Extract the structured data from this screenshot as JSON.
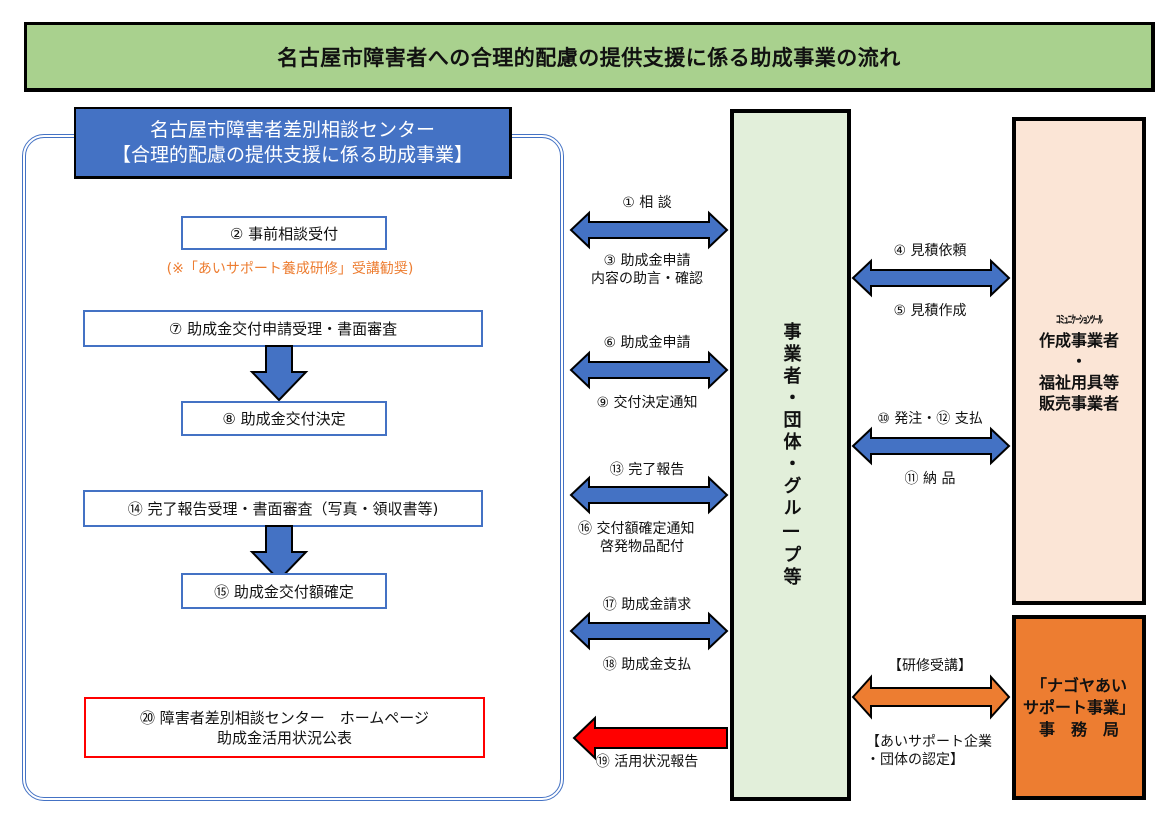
{
  "title": "名古屋市障害者への合理的配慮の提供支援に係る助成事業の流れ",
  "colors": {
    "title_bg": "#a9d18e",
    "center_blue": "#4472c4",
    "operator_bg": "#e2efda",
    "vendor_bg": "#fbe5d6",
    "office_bg": "#ed7d31",
    "note_orange": "#ed7d31",
    "report_red": "#ff0000"
  },
  "center": {
    "header_line1": "名古屋市障害者差別相談センター",
    "header_line2": "【合理的配慮の提供支援に係る助成事業】",
    "steps": {
      "s2": "② 事前相談受付",
      "note": "(※「あいサポート養成研修」受講勧奨)",
      "s7": "⑦ 助成金交付申請受理・書面審査",
      "s8": "⑧ 助成金交付決定",
      "s14": "⑭ 完了報告受理・書面審査（写真・領収書等)",
      "s15": "⑮ 助成金交付額確定",
      "s20_line1": "⑳ 障害者差別相談センター　ホームページ",
      "s20_line2": "助成金活用状況公表"
    }
  },
  "left_flows": [
    {
      "top": "① 相 談",
      "bottom_line1": "③ 助成金申請",
      "bottom_line2": "内容の助言・確認"
    },
    {
      "top": "⑥ 助成金申請",
      "bottom_line1": "⑨ 交付決定通知",
      "bottom_line2": ""
    },
    {
      "top": "⑬ 完了報告",
      "bottom_line1": "⑯ 交付額確定通知",
      "bottom_line2": "啓発物品配付"
    },
    {
      "top": "⑰ 助成金請求",
      "bottom_line1": "⑱ 助成金支払",
      "bottom_line2": ""
    },
    {
      "top": "",
      "bottom_line1": "⑲ 活用状況報告",
      "bottom_line2": ""
    }
  ],
  "operator": {
    "label": "事業者・団体・グル—プ等"
  },
  "right_flows": [
    {
      "top": "④ 見積依頼",
      "bottom": "⑤ 見積作成"
    },
    {
      "top": "⑩ 発注・⑫ 支払",
      "bottom": "⑪ 納 品"
    },
    {
      "top": "【研修受講】",
      "bottom_line1": "【あいサポート企業",
      "bottom_line2": "・団体の認定】"
    }
  ],
  "vendor": {
    "line1": "ｺﾐｭﾆｹｰｼｮﾝﾂｰﾙ",
    "line2": "作成事業者",
    "line3": "・",
    "line4": "福祉用具等",
    "line5": "販売事業者"
  },
  "office": {
    "line1": "「ナゴヤあい",
    "line2": "サポート事業」",
    "line3": "事　務　局"
  }
}
